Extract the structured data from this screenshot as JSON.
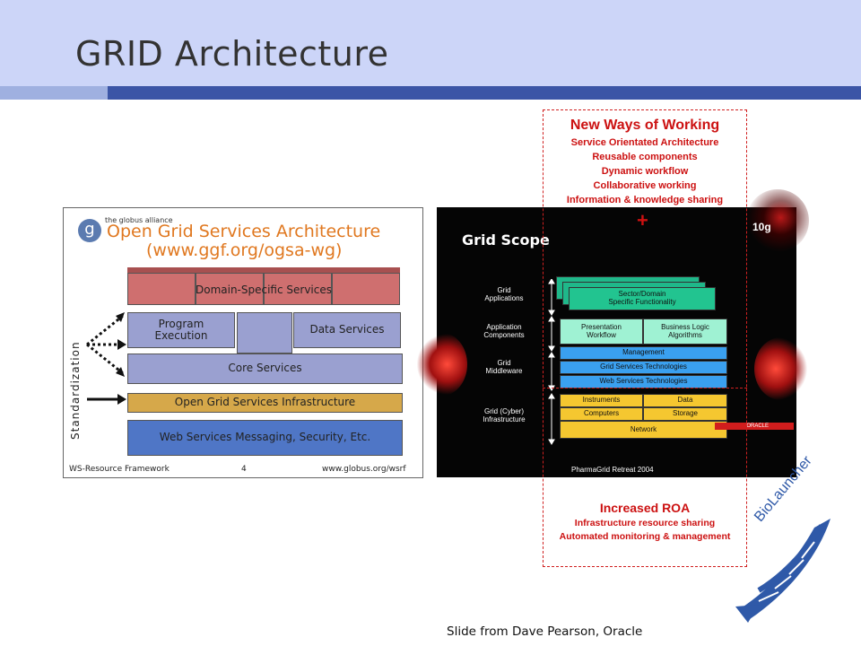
{
  "slide": {
    "title": "GRID Architecture",
    "credit": "Slide from Dave Pearson, Oracle"
  },
  "ogsa": {
    "logo_letter": "g",
    "org_name": "the globus alliance",
    "title_line1": "Open Grid Services Architecture",
    "title_line2": "(www.ggf.org/ogsa-wg)",
    "side_label": "Standardization",
    "layers": {
      "domain_specific": "Domain-Specific Services",
      "program_execution": "Program\nExecution",
      "data_services": "Data Services",
      "core_services": "Core Services",
      "ogsi": "Open Grid Services Infrastructure",
      "web_services": "Web Services Messaging, Security, Etc."
    },
    "footer_left": "WS-Resource Framework",
    "footer_page": "4",
    "footer_right": "www.globus.org/wsrf",
    "colors": {
      "domain": "#cf6f6f",
      "mid": "#9aa0d0",
      "ogsi": "#d6a84a",
      "web": "#4f76c6",
      "title": "#e07820"
    }
  },
  "grid_scope": {
    "title": "Grid Scope",
    "badge": "10g",
    "labels": {
      "grid_applications": "Grid\nApplications",
      "application_components": "Application\nComponents",
      "grid_middleware": "Grid\nMiddleware",
      "grid_infrastructure": "Grid (Cyber)\nInfrastructure"
    },
    "cells": {
      "sector_domain": "Sector/Domain\nSpecific Functionality",
      "presentation_workflow": "Presentation\nWorkflow",
      "business_logic": "Business Logic\nAlgorithms",
      "management": "Management",
      "grid_services_tech": "Grid Services Technologies",
      "web_services_tech": "Web Services Technologies",
      "instruments": "Instruments",
      "data": "Data",
      "computers": "Computers",
      "storage": "Storage",
      "network": "Network"
    },
    "oracle": "ORACLE",
    "footer": "PharmaGrid Retreat 2004"
  },
  "new_ways": {
    "heading": "New Ways of Working",
    "items": [
      "Service Orientated Architecture",
      "Reusable components",
      "Dynamic workflow",
      "Collaborative working",
      "Information & knowledge sharing"
    ],
    "plus": "+"
  },
  "increased_roa": {
    "heading": "Increased ROA",
    "items": [
      "Infrastructure resource sharing",
      "Automated monitoring & management"
    ]
  },
  "logo": {
    "text": "BioLauncher",
    "color": "#2f59a8"
  }
}
